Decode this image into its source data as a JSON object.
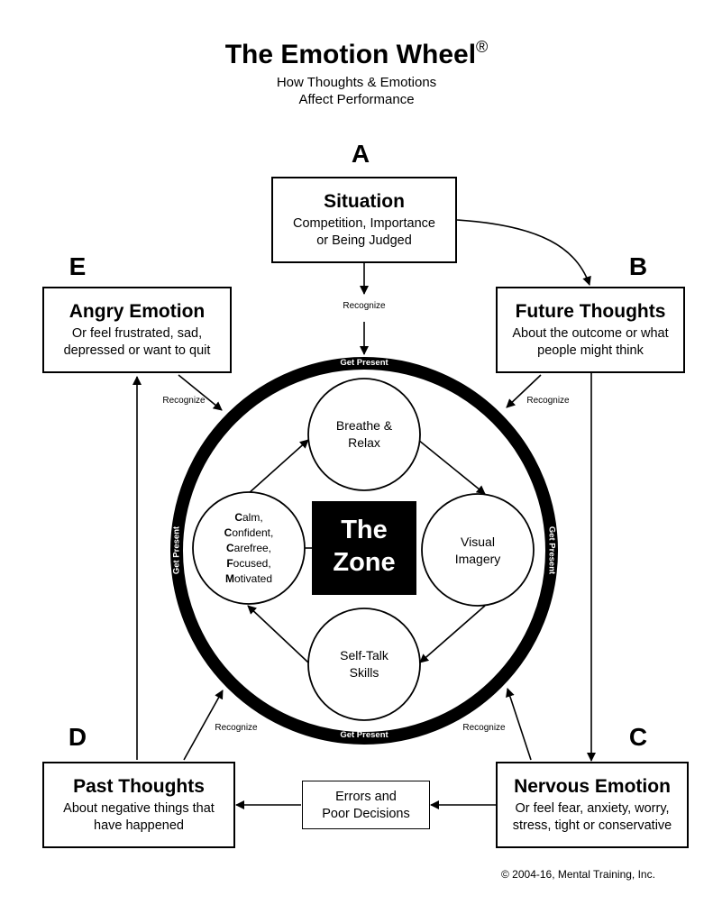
{
  "header": {
    "title": "The Emotion Wheel",
    "title_mark": "®",
    "subtitle_line1": "How Thoughts & Emotions",
    "subtitle_line2": "Affect Performance"
  },
  "nodes": {
    "situation": {
      "letter": "A",
      "title": "Situation",
      "desc1": "Competition, Importance",
      "desc2": "or Being Judged"
    },
    "future": {
      "letter": "B",
      "title": "Future Thoughts",
      "desc1": "About the outcome or what",
      "desc2": "people might think"
    },
    "nervous": {
      "letter": "C",
      "title": "Nervous Emotion",
      "desc1": "Or feel fear, anxiety, worry,",
      "desc2": "stress, tight or conservative"
    },
    "past": {
      "letter": "D",
      "title": "Past Thoughts",
      "desc1": "About negative things that",
      "desc2": "have happened"
    },
    "angry": {
      "letter": "E",
      "title": "Angry Emotion",
      "desc1": "Or feel frustrated, sad,",
      "desc2": "depressed or want to quit"
    }
  },
  "errors_box": {
    "line1": "Errors and",
    "line2": "Poor Decisions"
  },
  "recognize_label": "Recognize",
  "ring_label": "Get Present",
  "zone": {
    "line1": "The",
    "line2": "Zone"
  },
  "skills": {
    "breathe": {
      "line1": "Breathe &",
      "line2": "Relax"
    },
    "visual": {
      "line1": "Visual",
      "line2": "Imagery"
    },
    "selftalk": {
      "line1": "Self-Talk",
      "line2": "Skills"
    },
    "calm": [
      {
        "initial": "C",
        "rest": "alm,"
      },
      {
        "initial": "C",
        "rest": "onfident,"
      },
      {
        "initial": "C",
        "rest": "arefree,"
      },
      {
        "initial": "F",
        "rest": "ocused,"
      },
      {
        "initial": "M",
        "rest": "otivated"
      }
    ]
  },
  "copyright": "© 2004-16, Mental Training, Inc."
}
